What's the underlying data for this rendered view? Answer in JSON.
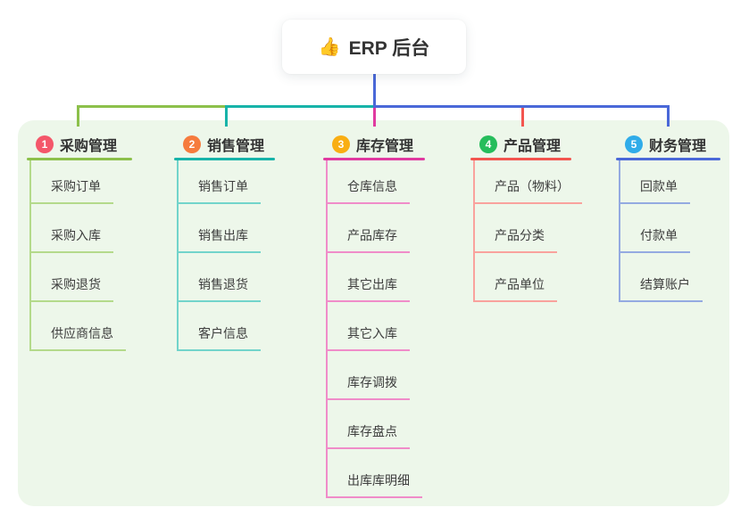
{
  "root": {
    "icon": "👍",
    "label": "ERP 后台"
  },
  "colors": {
    "root_line": "#4A68D8",
    "panel_bg": "#EDF7EA",
    "card_bg": "#FFFFFF",
    "title_text": "#333333",
    "child_text": "#3D3D3D"
  },
  "branches": [
    {
      "number": "1",
      "label": "采购管理",
      "color": "#8CC04B",
      "light_color": "#B4DA8B",
      "badge_color": "#F4576A",
      "children": [
        "采购订单",
        "采购入库",
        "采购退货",
        "供应商信息"
      ]
    },
    {
      "number": "2",
      "label": "销售管理",
      "color": "#17B3A9",
      "light_color": "#72D4CB",
      "badge_color": "#F67B3D",
      "children": [
        "销售订单",
        "销售出库",
        "销售退货",
        "客户信息"
      ]
    },
    {
      "number": "3",
      "label": "库存管理",
      "color": "#E03AA0",
      "light_color": "#F08CC9",
      "badge_color": "#F9AE13",
      "children": [
        "仓库信息",
        "产品库存",
        "其它出库",
        "其它入库",
        "库存调拨",
        "库存盘点",
        "出库库明细"
      ]
    },
    {
      "number": "4",
      "label": "产品管理",
      "color": "#F3554F",
      "light_color": "#F9A29D",
      "badge_color": "#26BD5C",
      "children": [
        "产品（物料）",
        "产品分类",
        "产品单位"
      ]
    },
    {
      "number": "5",
      "label": "财务管理",
      "color": "#4A68D8",
      "light_color": "#94AAE1",
      "badge_color": "#30ACE9",
      "children": [
        "回款单",
        "付款单",
        "结算账户"
      ]
    }
  ]
}
